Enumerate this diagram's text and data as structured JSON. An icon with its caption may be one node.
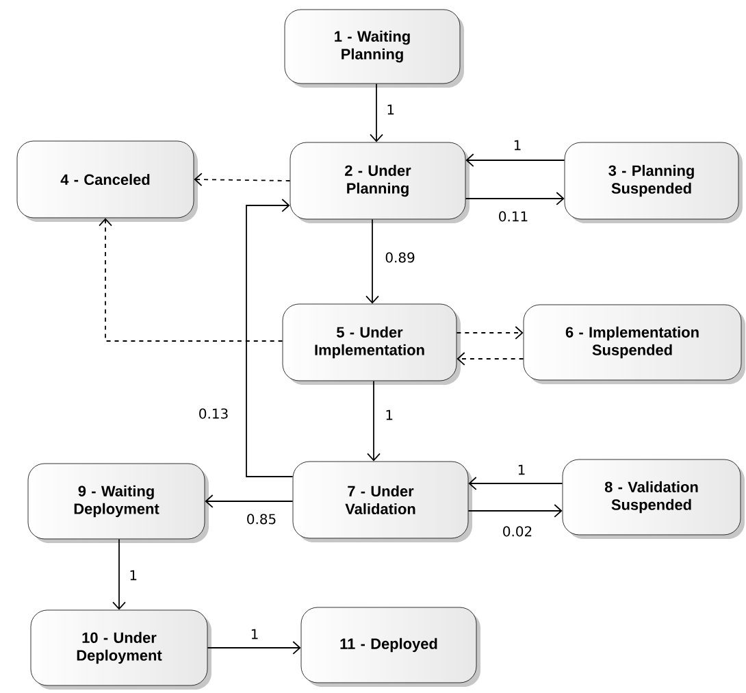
{
  "diagram": {
    "nodes": [
      {
        "text": [
          "1 - Waiting Planning"
        ]
      },
      {
        "text": [
          "2 - Under Planning"
        ]
      },
      {
        "text": [
          "3 - Planning Suspended"
        ]
      },
      {
        "text": [
          "4 - Canceled"
        ]
      },
      {
        "text": [
          "5 - Under Implementation"
        ]
      },
      {
        "text": [
          "6 - Implementation Suspended"
        ]
      },
      {
        "text": [
          "7 - Under Validation"
        ]
      },
      {
        "text": [
          "8 - Validation Suspended"
        ]
      },
      {
        "text": [
          "9 - Waiting Deployment"
        ]
      },
      {
        "text": [
          "10 - Under Deployment"
        ]
      },
      {
        "text": [
          "11 - Deployed"
        ]
      }
    ],
    "edges": [
      {
        "from": 0,
        "to": 1,
        "arrow": "to",
        "label": "1"
      },
      {
        "from": 2,
        "to": 1,
        "arrow": "to",
        "label": "1"
      },
      {
        "from": 1,
        "to": 2,
        "arrow": "to",
        "label": "0.11"
      },
      {
        "from": 1,
        "to": 3,
        "arrow": "to",
        "style": "dashed"
      },
      {
        "from": 1,
        "to": 4,
        "arrow": "to",
        "label": "0.89"
      },
      {
        "from": 4,
        "to": 3,
        "arrow": "to",
        "style": "dashed"
      },
      {
        "from": 4,
        "to": 5,
        "arrow": "to",
        "style": "dashed"
      },
      {
        "from": 5,
        "to": 4,
        "arrow": "to",
        "style": "dashed"
      },
      {
        "from": 4,
        "to": 6,
        "arrow": "to",
        "label": "1"
      },
      {
        "from": 6,
        "to": 1,
        "arrow": "to",
        "label": "0.13"
      },
      {
        "from": 7,
        "to": 6,
        "arrow": "to",
        "label": "1"
      },
      {
        "from": 6,
        "to": 7,
        "arrow": "to",
        "label": "0.02"
      },
      {
        "from": 6,
        "to": 8,
        "arrow": "to",
        "label": "0.85"
      },
      {
        "from": 8,
        "to": 9,
        "arrow": "to",
        "label": "1"
      },
      {
        "from": 9,
        "to": 10,
        "arrow": "to",
        "label": "1"
      }
    ]
  }
}
